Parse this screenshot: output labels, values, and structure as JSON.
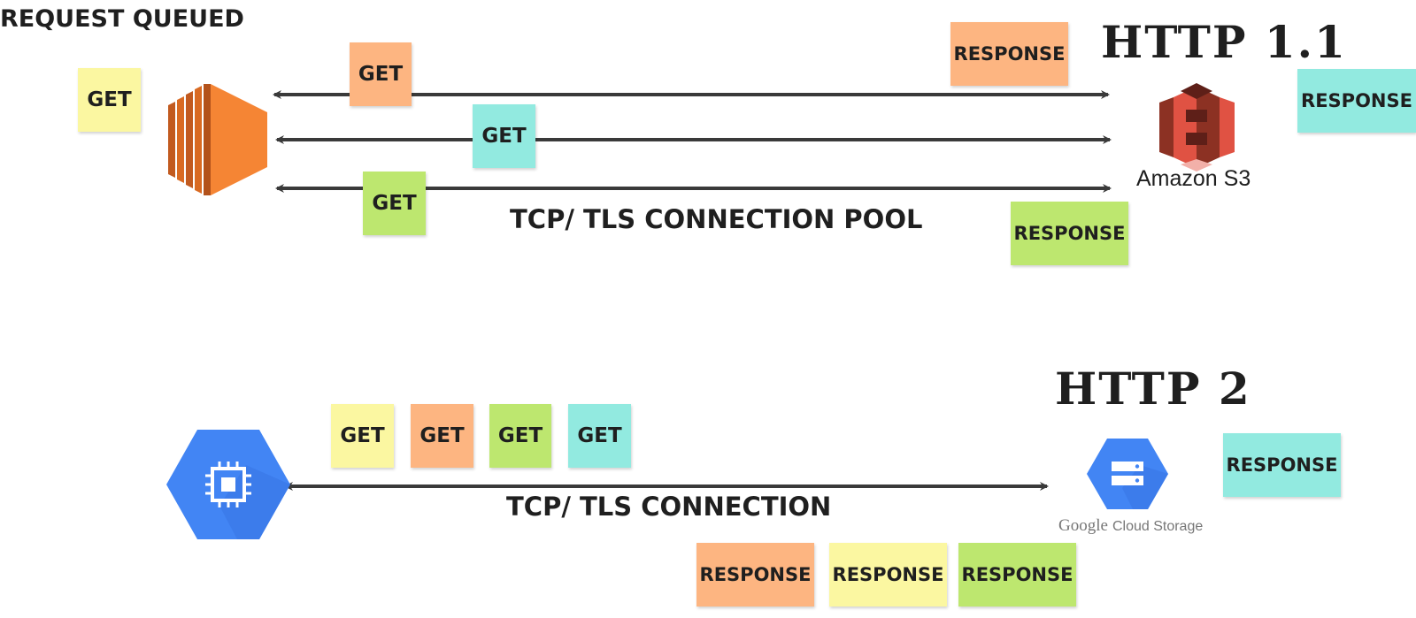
{
  "http11": {
    "status_label": "REQUEST QUEUED",
    "title": "HTTP 1.1",
    "queued_get": "GET",
    "gets": [
      "GET",
      "GET",
      "GET"
    ],
    "responses": [
      "RESPONSE",
      "RESPONSE",
      "RESPONSE"
    ],
    "pool_label": "TCP/ TLS CONNECTION POOL",
    "server_label": "Amazon S3"
  },
  "http2": {
    "title": "HTTP 2",
    "gets": [
      "GET",
      "GET",
      "GET",
      "GET"
    ],
    "responses": [
      "RESPONSE",
      "RESPONSE",
      "RESPONSE"
    ],
    "side_response": "RESPONSE",
    "connection_label": "TCP/ TLS CONNECTION",
    "storage_label_brand": "Google",
    "storage_label_product": "Cloud Storage"
  },
  "colors": {
    "yellow": "#fbf7a1",
    "orange": "#fdb581",
    "teal": "#92eae0",
    "green": "#bde76f",
    "ec2_orange": "#f58534",
    "s3_red": "#e05243",
    "gcp_blue": "#4285f4"
  },
  "icons": {
    "client_top": "aws-ec2-icon",
    "server_top": "amazon-s3-icon",
    "client_bottom": "gcp-compute-engine-icon",
    "server_bottom": "google-cloud-storage-icon"
  }
}
